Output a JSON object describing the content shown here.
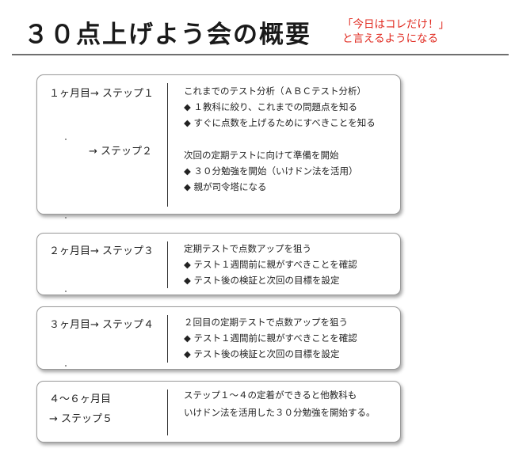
{
  "header": {
    "title": "３０点上げよう会の概要",
    "tagline_line1": "「今日はコレだけ！」",
    "tagline_line2": "と言えるようになる"
  },
  "cards": [
    {
      "left": [
        "１ヶ月目→ ステップ１",
        "→ ステップ２"
      ],
      "right": [
        "これまでのテスト分析（ＡＢＣテスト分析）",
        "◆ １教科に絞り、これまでの問題点を知る",
        "◆ すぐに点数を上げるためにすべきことを知る",
        "次回の定期テストに向けて準備を開始",
        "◆ ３０分勉強を開始（いけドン法を活用）",
        "◆ 親が司令塔になる"
      ]
    },
    {
      "left": [
        "２ヶ月目→ ステップ３"
      ],
      "right": [
        "定期テストで点数アップを狙う",
        "◆ テスト１週間前に親がすべきことを確認",
        "◆ テスト後の検証と次回の目標を設定"
      ]
    },
    {
      "left": [
        "３ヶ月目→ ステップ４"
      ],
      "right": [
        "２回目の定期テストで点数アップを狙う",
        "◆ テスト１週間前に親がすべきことを確認",
        "◆ テスト後の検証と次回の目標を設定"
      ]
    },
    {
      "left": [
        "４～６ヶ月目",
        "→ ステップ５"
      ],
      "right": [
        "ステップ１～４の定着ができると他教科も",
        "いけドン法を活用した３０分勉強を開始する。"
      ]
    }
  ]
}
